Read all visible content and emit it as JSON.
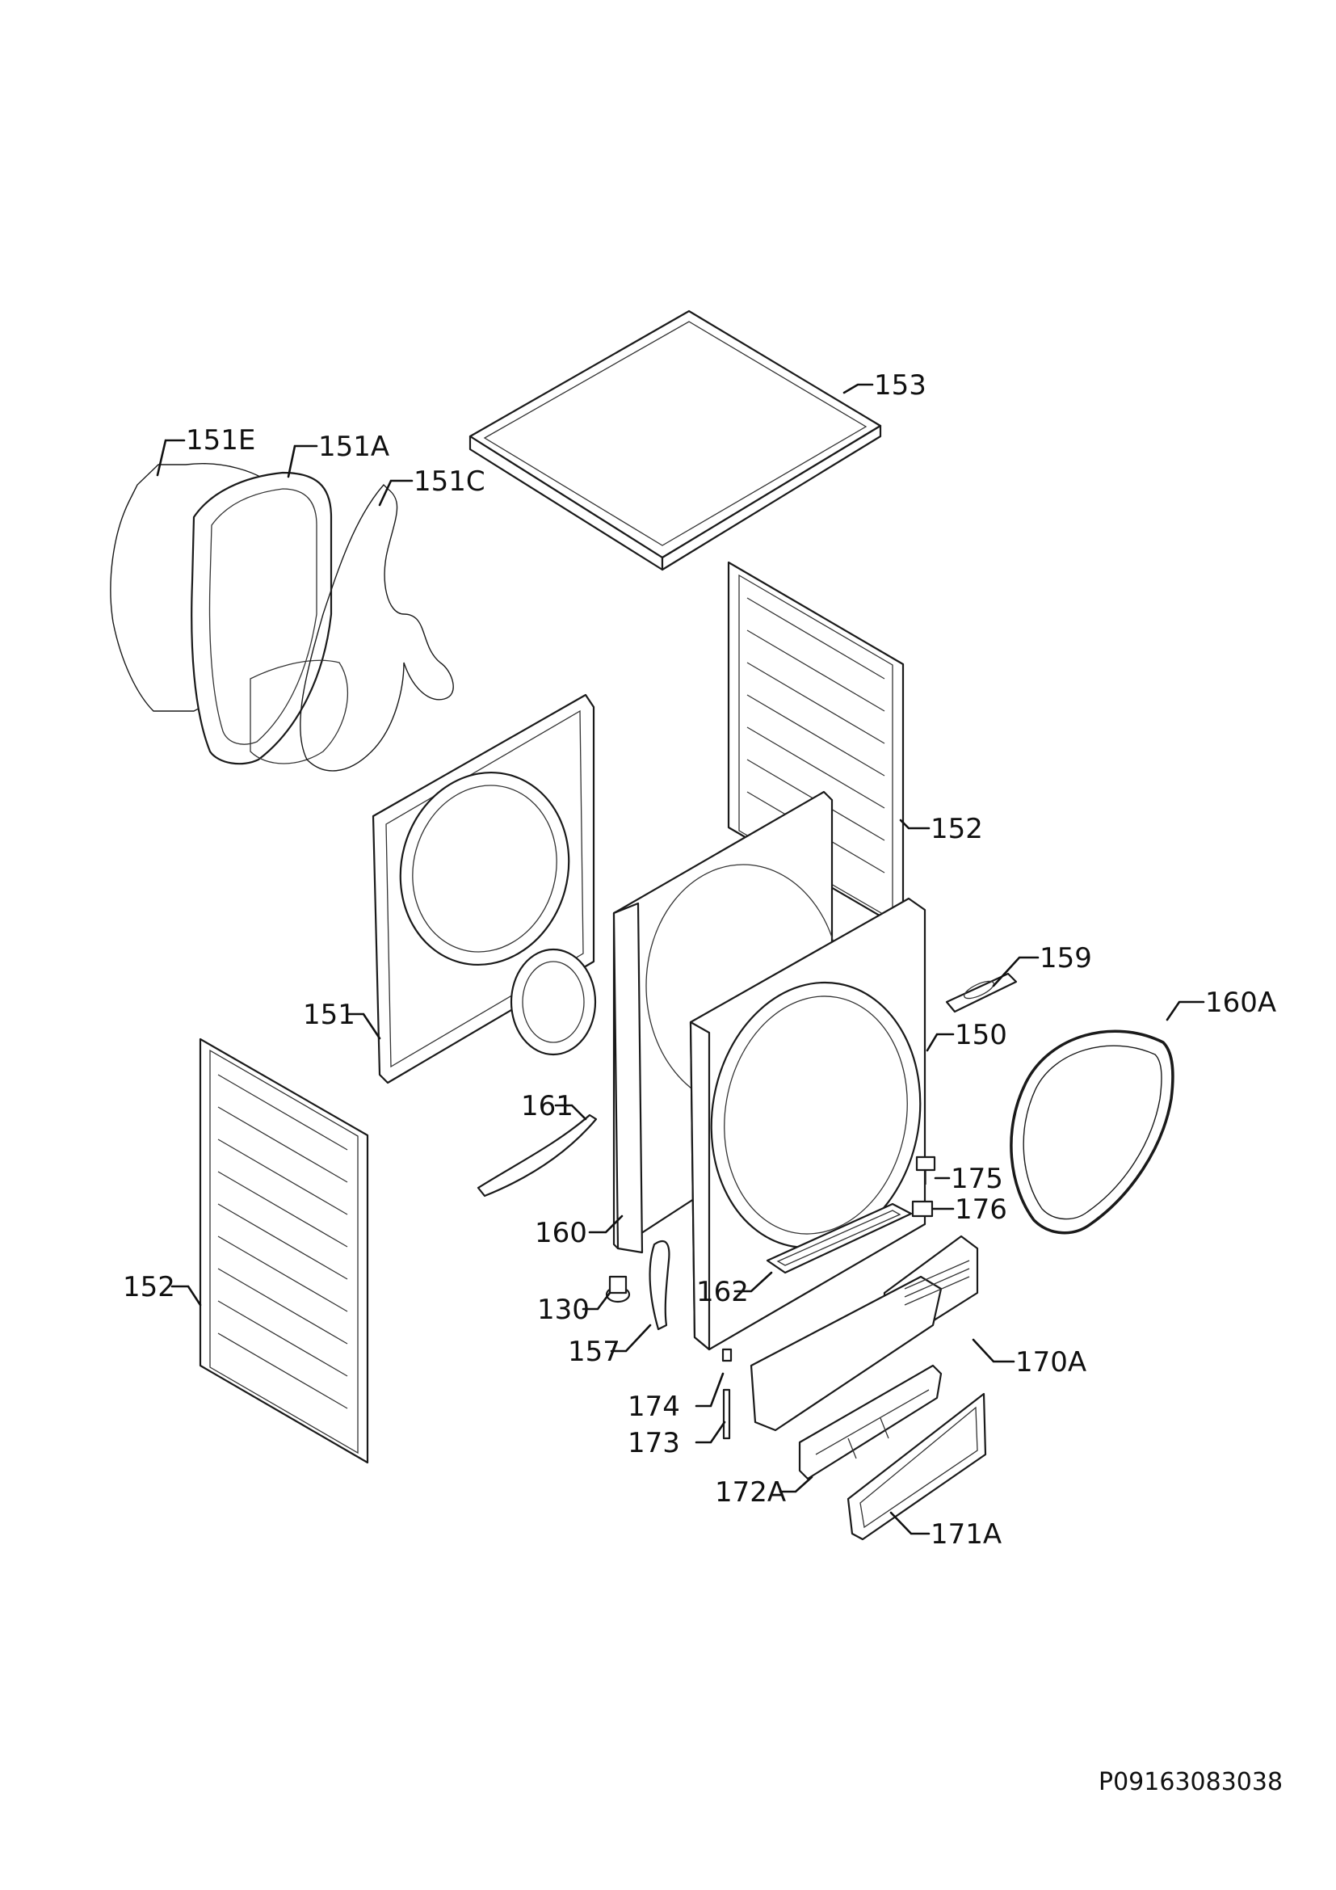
{
  "labels": {
    "l153": "153",
    "l151E": "151E",
    "l151A": "151A",
    "l151C": "151C",
    "l152_right": "152",
    "l159": "159",
    "l160A": "160A",
    "l150": "150",
    "l151": "151",
    "l161": "161",
    "l175": "175",
    "l176": "176",
    "l160": "160",
    "l162": "162",
    "l152_left": "152",
    "l130": "130",
    "l157": "157",
    "l170A": "170A",
    "l174": "174",
    "l173": "173",
    "l172A": "172A",
    "l171A": "171A"
  },
  "document_code": "P09163083038",
  "colors": {
    "line": "#1a1a1a",
    "background": "#ffffff"
  }
}
